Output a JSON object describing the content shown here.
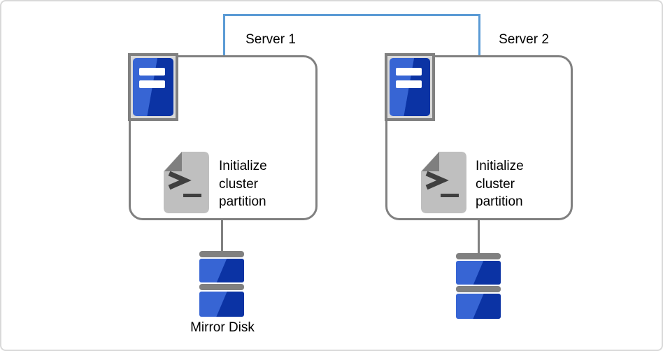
{
  "colors": {
    "link-blue": "#5B9BD5",
    "line-gray": "#808080",
    "frame-fill": "#D9D9D9",
    "page-gray": "#BFBFBF",
    "fold-gray": "#7F7F7F",
    "glyph-dark": "#3F3F3F",
    "blue-light": "#3765D4",
    "blue-dark": "#0B33A4",
    "canvas-border": "#D9D9D9"
  },
  "servers": [
    {
      "label": "Server 1",
      "script_text": "Initialize cluster partition"
    },
    {
      "label": "Server 2",
      "script_text": "Initialize cluster partition"
    }
  ],
  "disks": [
    {
      "label": "Mirror Disk"
    },
    {
      "label": ""
    }
  ],
  "icons": {
    "server": "server-icon",
    "script": "shell-script-icon",
    "disk": "disk-stack-icon",
    "link": "heartbeat-link-line"
  }
}
